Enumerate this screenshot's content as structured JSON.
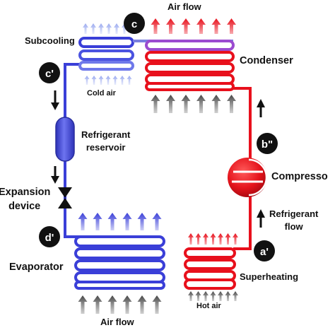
{
  "colors": {
    "hot": "#e8101c",
    "cold": "#3a3fd8",
    "badge": "#111111",
    "arrow_gray": "#555555"
  },
  "labels": {
    "air_flow_top": "Air flow",
    "subcooling": "Subcooling",
    "condenser": "Condenser",
    "cold_air": "Cold air",
    "refrigerant_reservoir": [
      "Refrigerant",
      "reservoir"
    ],
    "expansion_device": [
      "Expansion",
      "device"
    ],
    "compressor": "Compresso",
    "refrigerant_flow": [
      "Refrigerant",
      "flow"
    ],
    "evaporator": "Evaporator",
    "superheating": "Superheating",
    "hot_air": "Hot air",
    "air_flow_bottom": "Air flow"
  },
  "points": {
    "c": "c",
    "c_prime": "c'",
    "b_double_prime": "b\"",
    "a_prime": "a'",
    "d_prime": "d'"
  },
  "icons": [
    "state-point-badge",
    "air-flow-arrow",
    "refrigerant-flow-arrow",
    "expansion-valve-icon",
    "compressor-icon",
    "reservoir-icon"
  ]
}
